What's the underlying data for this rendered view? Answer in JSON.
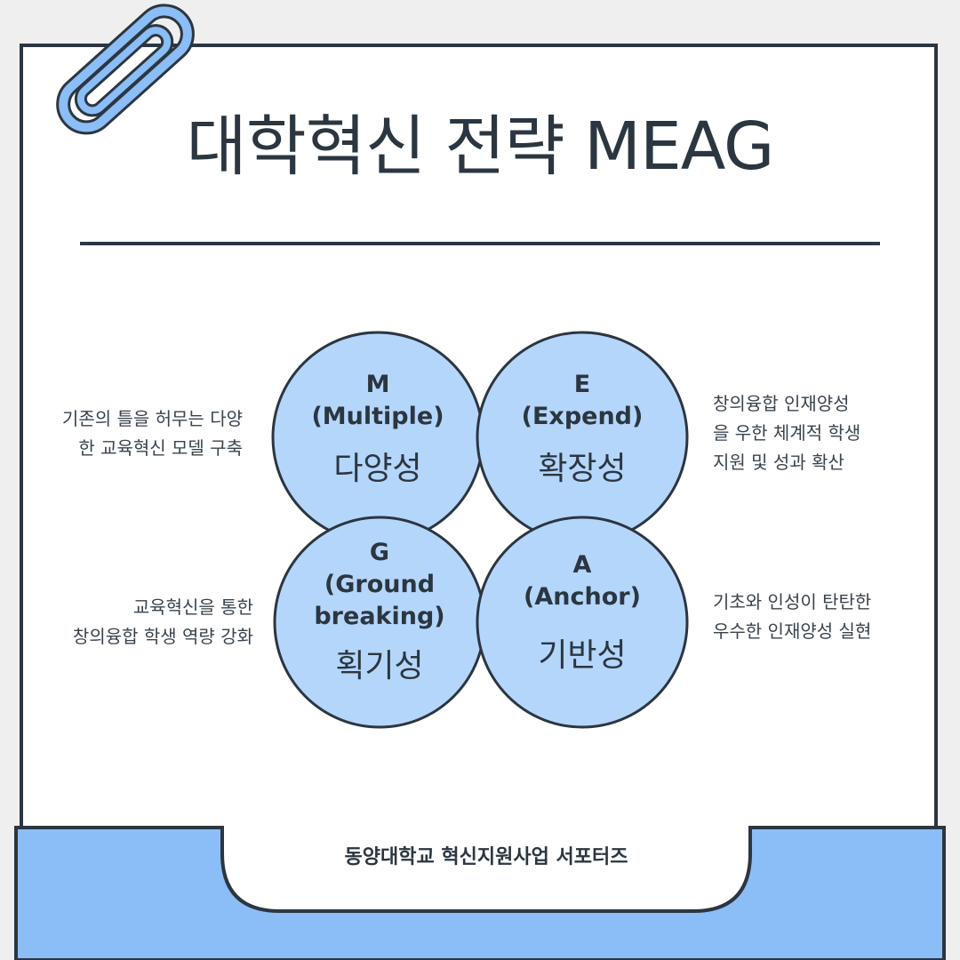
{
  "title": "대학혁신 전략 MEAG",
  "circles": [
    {
      "letter": "M",
      "english": "(Multiple)",
      "korean": "다양성"
    },
    {
      "letter": "E",
      "english": "(Expend)",
      "korean": "확장성"
    },
    {
      "letter": "G",
      "english_line1": "(Ground",
      "english_line2": "breaking)",
      "korean": "획기성"
    },
    {
      "letter": "A",
      "english": "(Anchor)",
      "korean": "기반성"
    }
  ],
  "descriptions": {
    "m": "기존의 틀을 허무는 다양\n한 교육혁신 모델 구축",
    "e": "창의융합 인재양성\n을 우한 체계적 학생\n지원 및 성과 확산",
    "g": "교육혁신을 통한\n창의융합 학생 역량 강화",
    "a": "기초와 인성이 탄탄한\n우수한 인재양성 실현"
  },
  "footer": "동양대학교 혁신지원사업 서포터즈",
  "colors": {
    "circle_fill": "#b5d6fb",
    "footer_fill": "#8bbdf6",
    "outline": "#2b3640"
  }
}
